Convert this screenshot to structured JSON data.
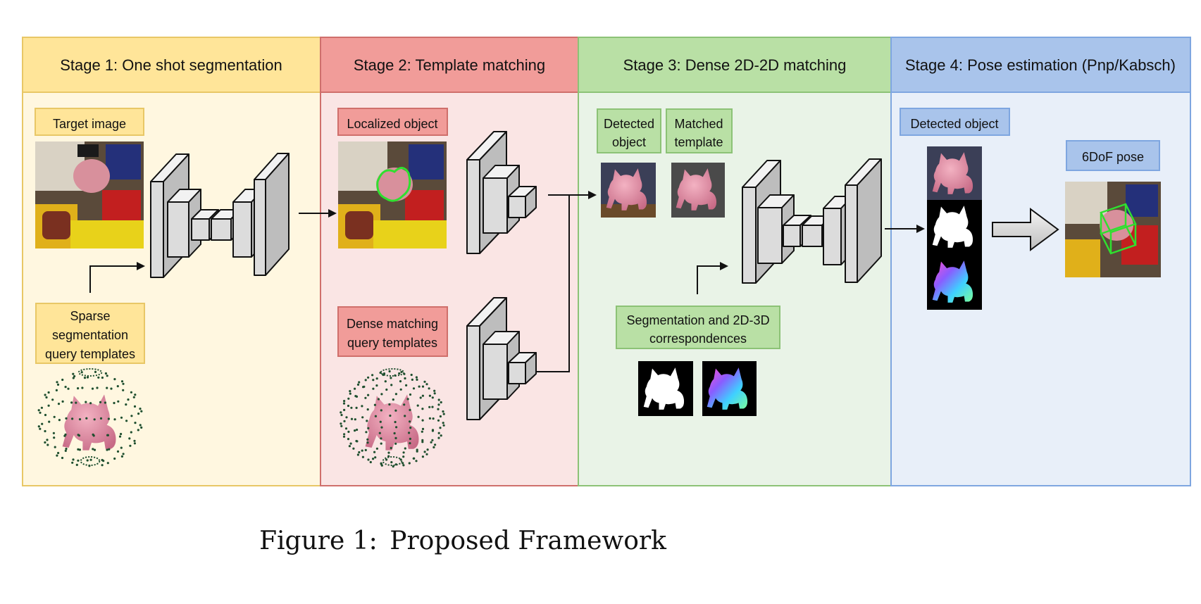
{
  "stages": [
    {
      "title": "Stage 1: One shot segmentation"
    },
    {
      "title": "Stage 2: Template matching"
    },
    {
      "title": "Stage 3: Dense 2D-2D matching"
    },
    {
      "title": "Stage 4: Pose estimation (Pnp/Kabsch)"
    }
  ],
  "labels": {
    "target_image": "Target image",
    "sparse_templates": [
      "Sparse",
      "segmentation",
      "query templates"
    ],
    "localized_object": "Localized object",
    "dense_templates": [
      "Dense matching",
      "query templates"
    ],
    "detected_object_s3": [
      "Detected",
      "object"
    ],
    "matched_template": [
      "Matched",
      "template"
    ],
    "seg_corr": [
      "Segmentation and 2D-3D",
      "correspondences"
    ],
    "detected_object_s4": "Detected object",
    "pose": "6DoF pose"
  },
  "colors": {
    "stage1_header": "#ffe599",
    "stage1_body": "#fff7e0",
    "stage1_border": "#e8c766",
    "stage2_header": "#f19c99",
    "stage2_body": "#fae5e4",
    "stage2_border": "#cf6f6b",
    "stage3_header": "#b9e0a5",
    "stage3_body": "#e9f3e7",
    "stage3_border": "#8cc276",
    "stage4_header": "#a9c4eb",
    "stage4_body": "#e8eff9",
    "stage4_border": "#7ea6e0"
  },
  "caption": {
    "number": "Figure 1:",
    "text": "Proposed Framework"
  }
}
